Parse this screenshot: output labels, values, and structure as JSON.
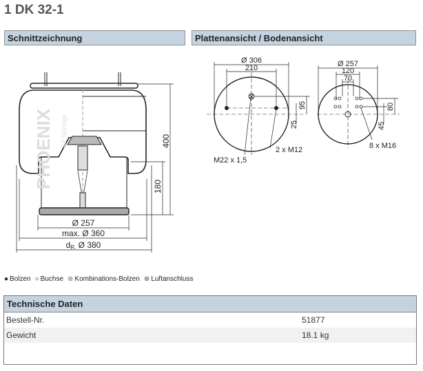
{
  "title": "1 DK 32-1",
  "sections": {
    "left": "Schnittzeichnung",
    "right": "Plattenansicht / Bodenansicht"
  },
  "drawing_left": {
    "brand": "PHOENIX",
    "brand_sub": "Air Springs",
    "dim_height": "400",
    "dim_piston": "180",
    "dim_257": "Ø 257",
    "dim_360": "max. Ø 360",
    "dim_380_prefix": "d",
    "dim_380_sub": "R.",
    "dim_380": " Ø 380"
  },
  "drawing_plate": {
    "d306": "Ø 306",
    "d210": "210",
    "d95": "95",
    "d25": "25",
    "m12": "2 x M12",
    "m22": "M22 x 1,5"
  },
  "drawing_bottom": {
    "d257": "Ø 257",
    "d120": "120",
    "d70": "70",
    "d80": "80",
    "d45": "45",
    "m16": "8 x M16"
  },
  "legend": [
    {
      "icon": "filled-circle",
      "symbol": "●",
      "label": "Bolzen"
    },
    {
      "icon": "open-circle",
      "symbol": "○",
      "label": "Buchse"
    },
    {
      "icon": "crossed-circle",
      "symbol": "⊗",
      "label": "Kombinations-Bolzen"
    },
    {
      "icon": "crossed-circle",
      "symbol": "⊗",
      "label": "Luftanschluss"
    }
  ],
  "tech": {
    "heading": "Technische Daten",
    "rows": [
      {
        "label": "Bestell-Nr.",
        "value": "51877"
      },
      {
        "label": "Gewicht",
        "value": "18.1 kg"
      }
    ]
  }
}
